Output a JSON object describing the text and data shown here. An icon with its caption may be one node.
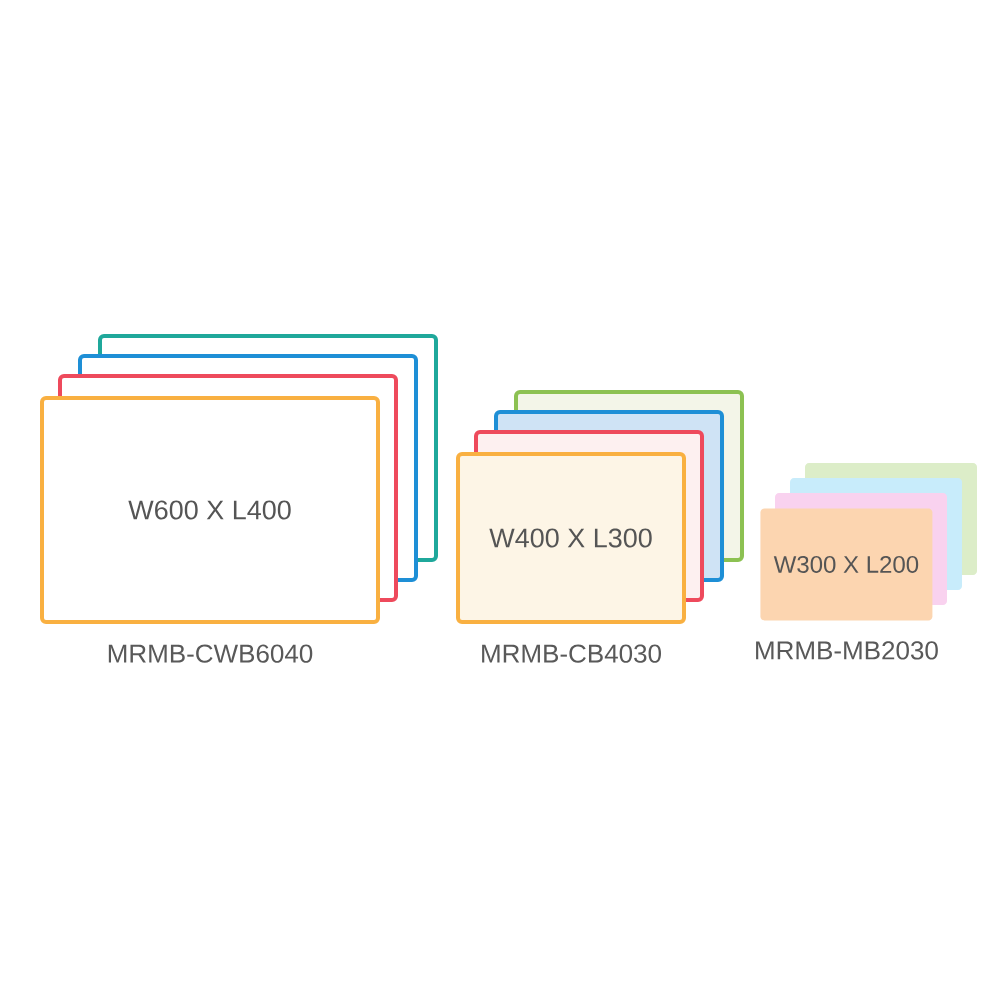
{
  "diagram": {
    "nodes": [
      {
        "text": [
          "W600 X L400"
        ],
        "beside": [
          "MRMB-CWB6040"
        ]
      },
      {
        "text": [
          "W400 X L300"
        ],
        "beside": [
          "MRMB-CB4030"
        ]
      },
      {
        "text": [
          "W300 X L200"
        ],
        "beside": [
          "MRMB-MB2030"
        ]
      }
    ]
  }
}
